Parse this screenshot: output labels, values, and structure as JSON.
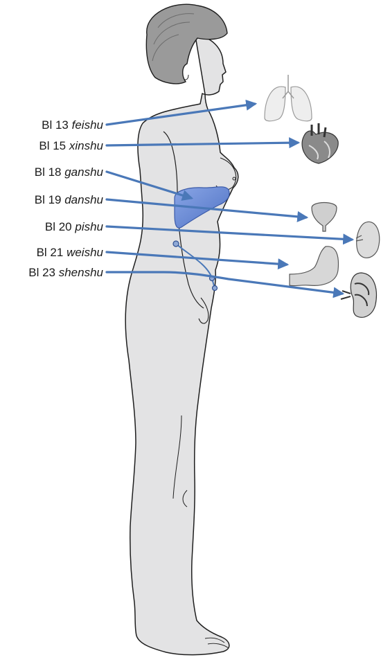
{
  "labels": [
    {
      "code": "Bl 13",
      "point": "feishu"
    },
    {
      "code": "Bl 15",
      "point": "xinshu"
    },
    {
      "code": "Bl 18",
      "point": "ganshu"
    },
    {
      "code": "Bl 19",
      "point": "danshu"
    },
    {
      "code": "Bl 20",
      "point": "pishu"
    },
    {
      "code": "Bl 21",
      "point": "weishu"
    },
    {
      "code": "Bl 23",
      "point": "shenshu"
    }
  ],
  "colors": {
    "arrow": "#4a78b8",
    "body_fill": "#e3e3e4",
    "body_stroke": "#1e1e1e",
    "hair": "#9a9a9a",
    "liver": "#6f8fd6",
    "organ_gray": "#cfcfcf",
    "organ_dark": "#5c5c5c"
  },
  "icons": [
    "lungs-icon",
    "heart-icon",
    "liver-icon",
    "gallbladder-icon",
    "spleen-icon",
    "stomach-icon",
    "kidney-icon"
  ]
}
